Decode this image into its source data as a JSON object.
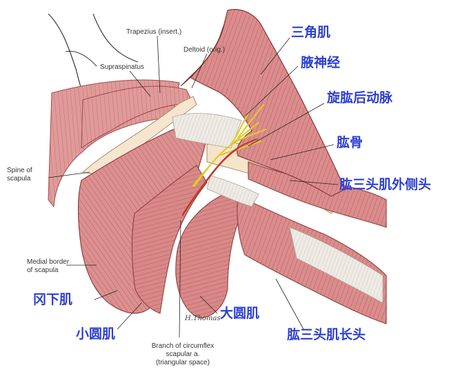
{
  "english_labels": {
    "trapezius": "Trapezius (insert.)",
    "deltoid_origin": "Deltoid (orig.)",
    "supraspinatus": "Supraspinatus",
    "spine_of_scapula_line1": "Spine of",
    "spine_of_scapula_line2": "scapula",
    "medial_border_line1": "Medial border",
    "medial_border_line2": "of scapula",
    "circumflex_line1": "Branch of circumflex",
    "circumflex_line2": "scapular a.",
    "circumflex_line3": "(triangular space)"
  },
  "chinese_labels": {
    "deltoid": "三角肌",
    "axillary_nerve": "腋神经",
    "posterior_humeral_circumflex_artery": "旋肱后动脉",
    "humerus": "肱骨",
    "triceps_lateral_head": "肱三头肌外侧头",
    "infraspinatus": "冈下肌",
    "teres_minor": "小圆肌",
    "teres_major": "大圆肌",
    "triceps_long_head": "肱三头肌长头"
  },
  "signature": "H.Thomas",
  "colors": {
    "muscle": "#d98585",
    "muscle_dark": "#b65a5a",
    "tendon": "#e8e4dc",
    "bone": "#f3e2c8",
    "nerve": "#e8d23a",
    "artery": "#c0392b",
    "label_zh": "#2c3fd0"
  }
}
